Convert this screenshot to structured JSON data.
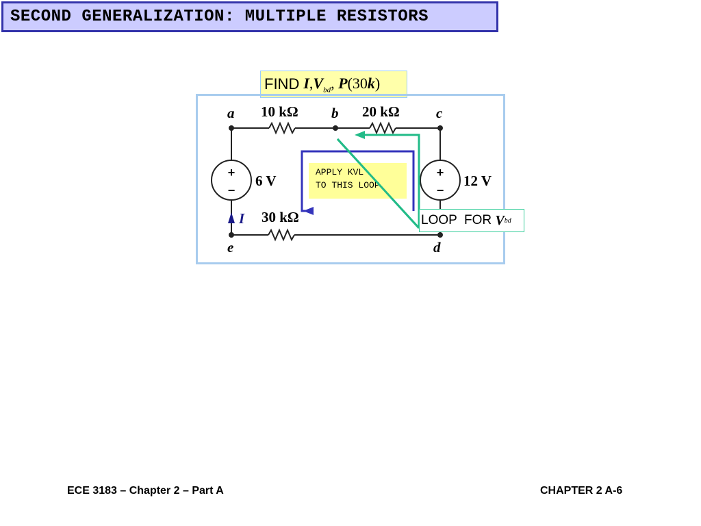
{
  "title": "SECOND GENERALIZATION: MULTIPLE RESISTORS",
  "find": {
    "prefix": "FIND",
    "v_symbol": "V",
    "v_sub": "bd",
    "p_symbol": "P",
    "p_arg_open": "(30",
    "p_arg_k": "k",
    "p_arg_close": ")"
  },
  "circuit": {
    "nodes": {
      "a": "a",
      "b": "b",
      "c": "c",
      "d": "d",
      "e": "e"
    },
    "resistors": {
      "r1": "10 kΩ",
      "r2": "20 kΩ",
      "r3": "30 kΩ"
    },
    "sources": {
      "left": "6 V",
      "right": "12 V"
    },
    "current_label": "I",
    "plus": "+",
    "minus": "−"
  },
  "kvl_note": {
    "line1": "APPLY KVL",
    "line2": "TO THIS LOOP"
  },
  "loop_for": {
    "text": "LOOP  FOR ",
    "v_symbol": "V",
    "v_sub": "bd"
  },
  "footer": {
    "left": "ECE 3183 – Chapter 2 – Part A",
    "right": "CHAPTER 2 A-6"
  },
  "colors": {
    "title_bg": "#ccccff",
    "title_border": "#3333aa",
    "kvl_loop": "#3333bb",
    "green_loop": "#22bb88",
    "frame": "#a8ccee"
  }
}
